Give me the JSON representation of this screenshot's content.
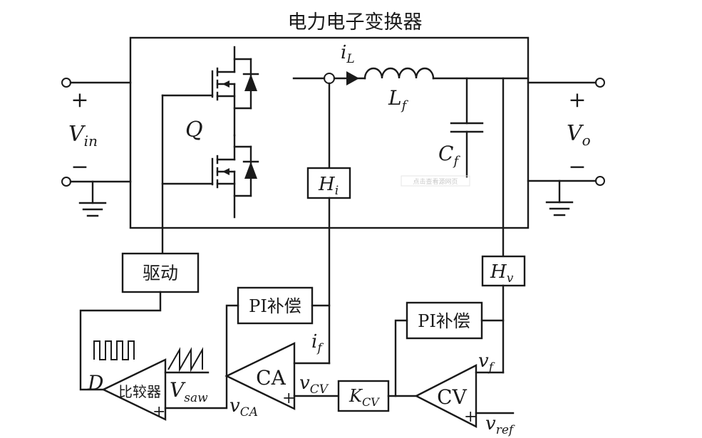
{
  "title": "电力电子变换器",
  "labels": {
    "vin": "V",
    "vin_sub": "in",
    "vo": "V",
    "vo_sub": "o",
    "plus": "+",
    "minus": "−",
    "q": "Q",
    "il": "i",
    "il_sub": "L",
    "lf": "L",
    "lf_sub": "f",
    "cf": "C",
    "cf_sub": "f",
    "hi": "H",
    "hi_sub": "i",
    "hv": "H",
    "hv_sub": "v",
    "driver": "驱动",
    "pi1": "PI补偿",
    "pi2": "PI补偿",
    "ca": "CA",
    "cv": "CV",
    "kcv": "K",
    "kcv_sub": "CV",
    "comparator": "比较器",
    "d": "D",
    "vsaw": "V",
    "vsaw_sub": "saw",
    "vca": "v",
    "vca_sub": "CA",
    "vcv": "v",
    "vcv_sub": "CV",
    "if": "i",
    "if_sub": "f",
    "vf": "v",
    "vf_sub": "f",
    "vref": "v",
    "vref_sub": "ref",
    "watermark": "点击查看源网页"
  }
}
